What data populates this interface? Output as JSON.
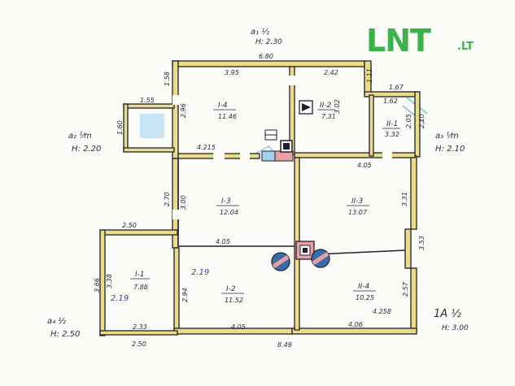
{
  "logo": {
    "main": "LNT",
    "suffix": ".LT",
    "color": "#3cb34a"
  },
  "top_note": {
    "line1": "a₁ ½",
    "line2": "H: 2.30"
  },
  "dims": {
    "top_total": "6.80",
    "top_left": "3.95",
    "top_mid": "2.42",
    "top_right_a": "1.11",
    "top_right_b": "1.67",
    "top_right_c": "1.62",
    "left_upper": "1.58",
    "left_room": "2.96",
    "ann_top": "1.55",
    "ann_side": "1.60",
    "room2_h": "3.02",
    "room1r_h": "2.10",
    "room1r_h2": "2.05",
    "mid_line": "4.215",
    "mid_right": "4.05",
    "left_mid_a": "2.70",
    "left_mid_b": "3.00",
    "right_mid_a": "3.31",
    "right_mid_b": "3.53",
    "porch_top": "2.50",
    "porch_side_a": "3.66",
    "porch_side_b": "3.38",
    "lower_mid": "4.05",
    "lower_left": "2.94",
    "lower_right": "2.57",
    "bottom_left_a": "2.33",
    "bottom_left_b": "2.50",
    "bottom_mid": "4.05",
    "bottom_total": "8.49",
    "bottom_right": "4.06",
    "bottom_right_b": "4.258"
  },
  "rooms": [
    {
      "label": "I-4",
      "area": "11.46"
    },
    {
      "label": "II-2",
      "area": "7.31"
    },
    {
      "label": "II-1",
      "area": "3.32"
    },
    {
      "label": "I-3",
      "area": "12.04"
    },
    {
      "label": "II-3",
      "area": "13.07"
    },
    {
      "label": "I-1",
      "area": "7.88"
    },
    {
      "label": "I-2",
      "area": "11.52"
    },
    {
      "label": "II-4",
      "area": "10.25"
    }
  ],
  "notes": {
    "a2": {
      "line1": "a₂ ¹⁄m",
      "line2": "H: 2.20"
    },
    "a3": {
      "line1": "a₃ ¹⁄m",
      "line2": "H: 2.10"
    },
    "a4": {
      "line1": "a₄ ½",
      "line2": "H: 2.50"
    },
    "main": {
      "line1": "1A ½",
      "line2": "H: 3.00"
    },
    "blue_a": "2.19",
    "blue_b": "2.19"
  },
  "colors": {
    "wall_fill": "#ecdc86",
    "wall_stroke": "#202030",
    "accent_red": "#e8a0a0",
    "accent_blue": "#3a9cd0"
  }
}
